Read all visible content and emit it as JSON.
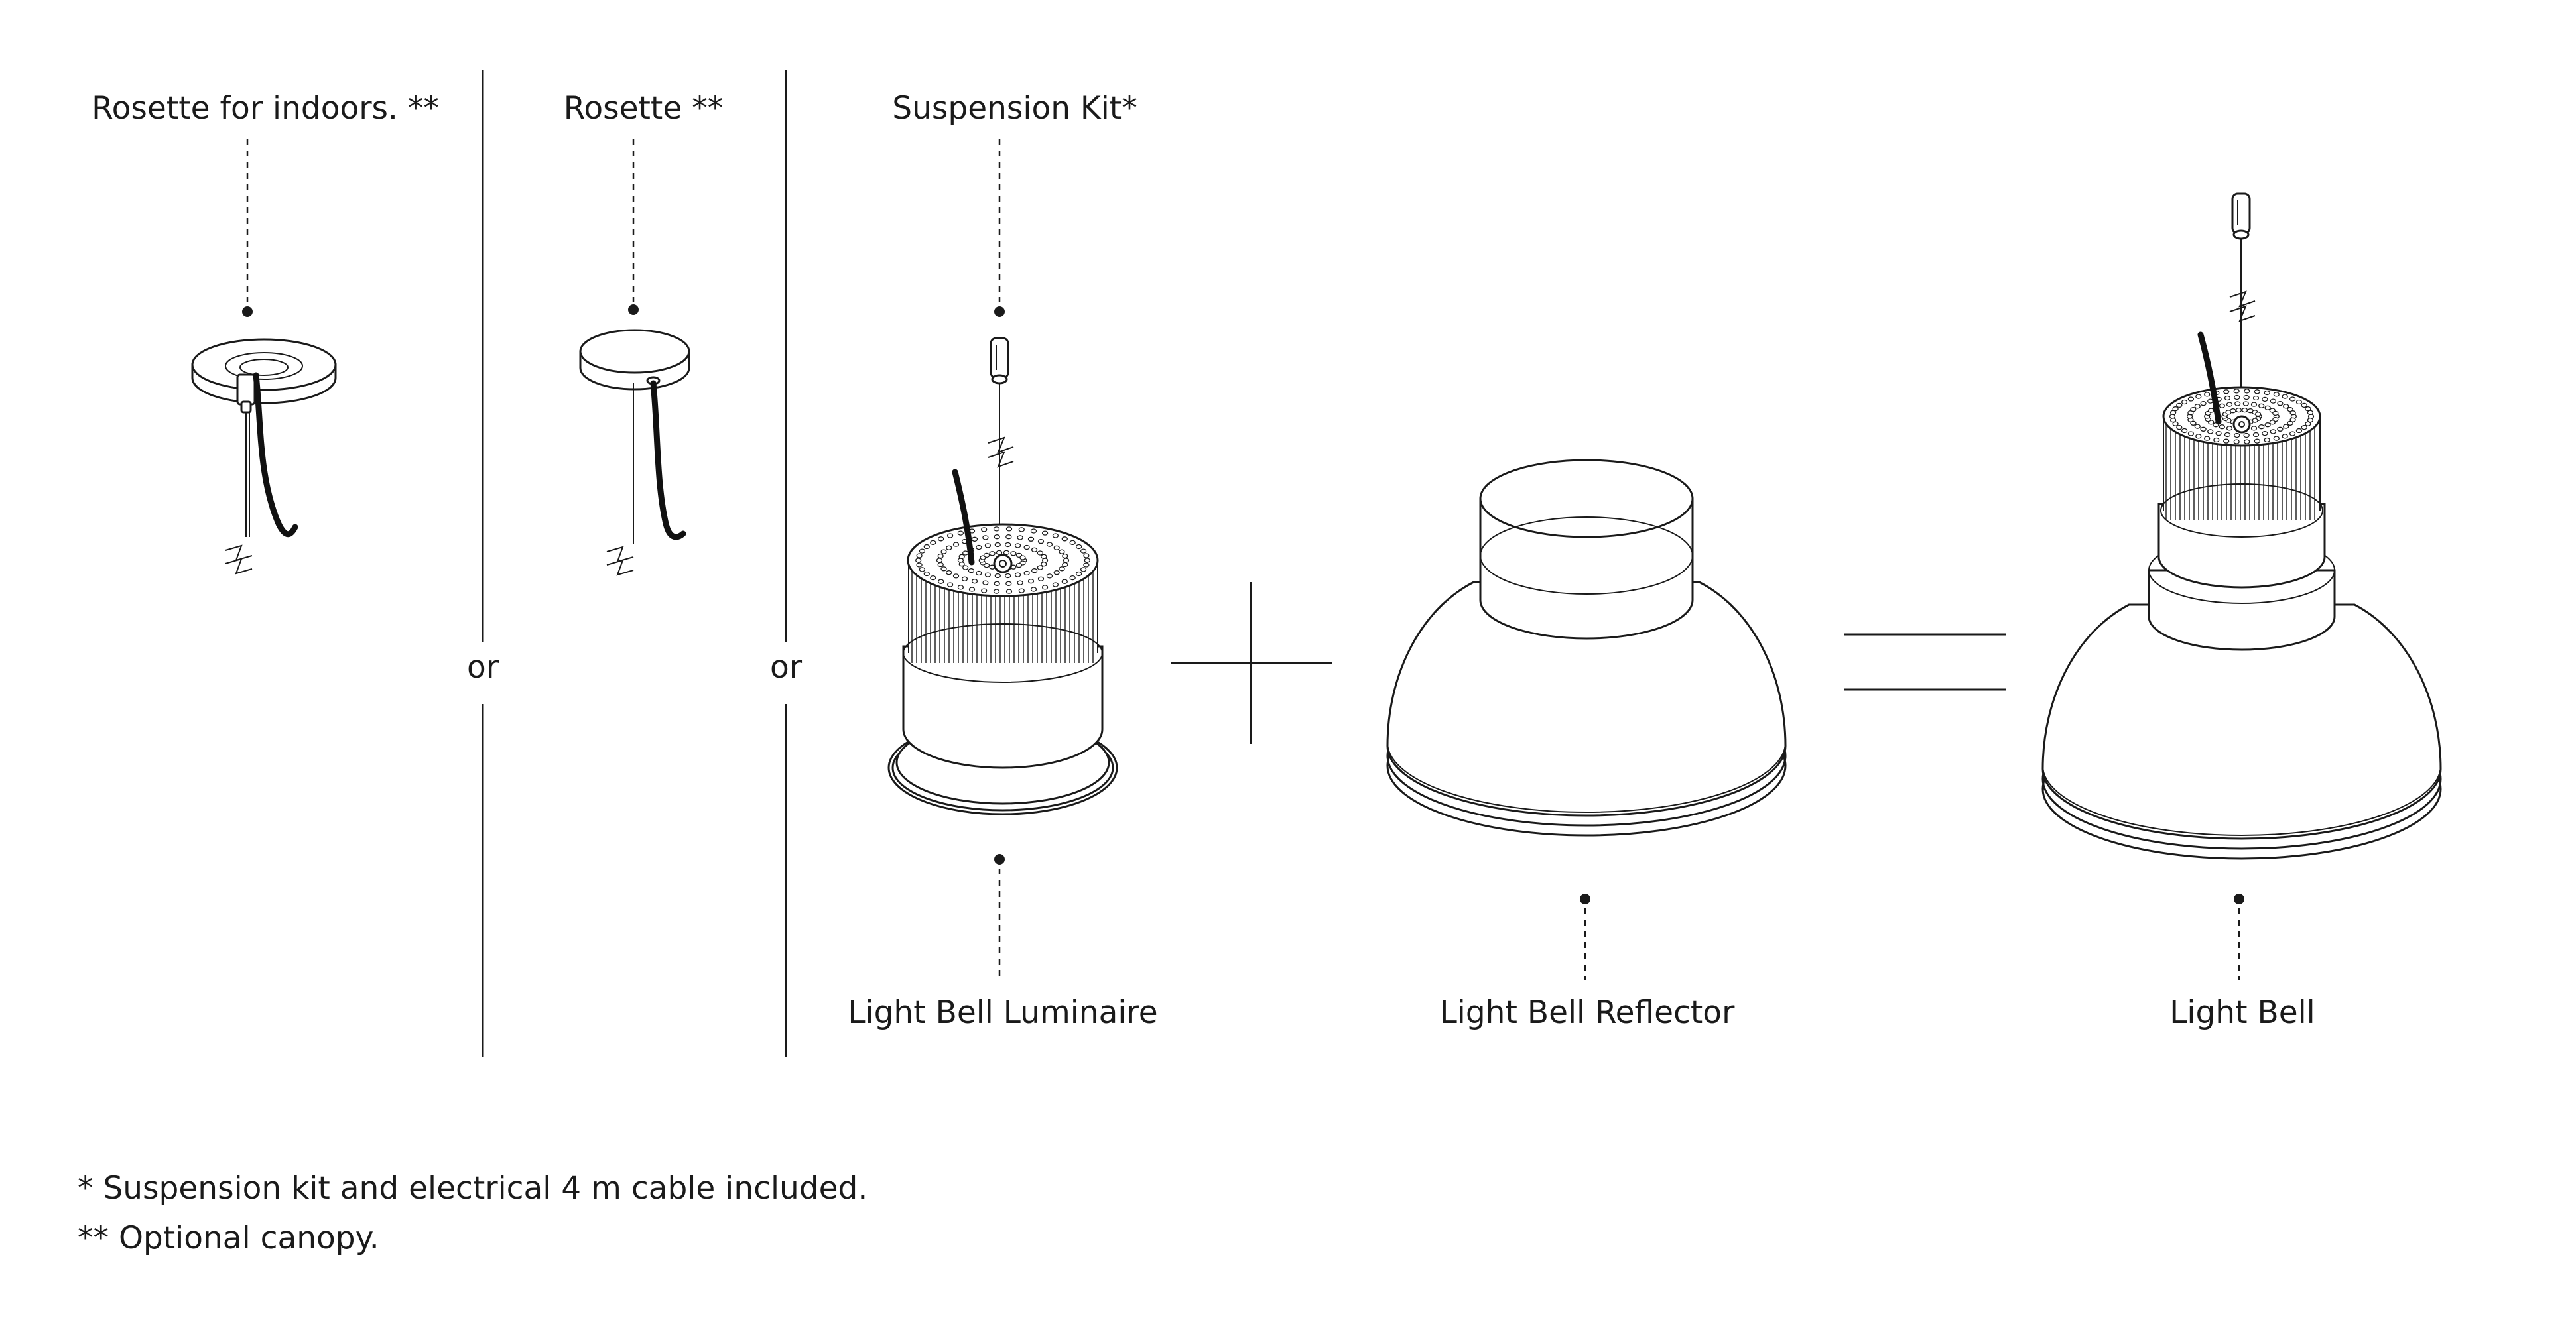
{
  "labels": {
    "rosette_indoors": "Rosette for indoors. **",
    "rosette": "Rosette **",
    "suspension_kit": "Suspension Kit*",
    "luminaire": "Light Bell Luminaire",
    "reflector": "Light Bell Reflector",
    "light_bell": "Light Bell"
  },
  "separators": {
    "or": "or"
  },
  "notes": {
    "note1": "* Suspension kit and electrical 4 m cable included.",
    "note2": "** Optional canopy."
  }
}
